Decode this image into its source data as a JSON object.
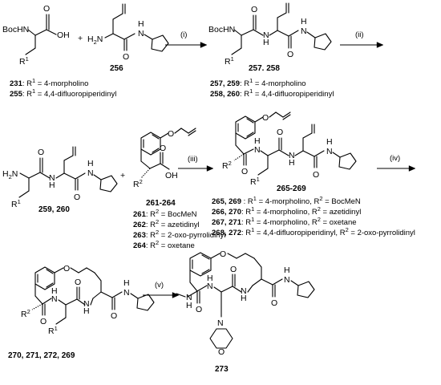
{
  "atoms": {
    "boc_nh": "BocHN",
    "h2n": "H",
    "h2n_sub": "2",
    "h2n_n": "N",
    "h": "H",
    "n": "N",
    "o": "O",
    "oh": "OH",
    "r": "R",
    "r1_sup": "1",
    "r2_sup": "2",
    "plus": "+",
    "me_n": "N"
  },
  "steps": {
    "i": "(i)",
    "ii": "(ii)",
    "iii": "(iii)",
    "iv": "(iv)",
    "v": "(v)"
  },
  "compounds": {
    "c256": "256",
    "c257_258": "257. 258",
    "c259_260": "259, 260",
    "c261_264": "261-264",
    "c265_269": "265-269",
    "c270_list": "270, 271, 272, 269",
    "c273": "273"
  },
  "captions": {
    "row1_left": [
      {
        "num": "231",
        "text": ": R",
        "sup": "1",
        "rest": " = 4-morpholino"
      },
      {
        "num": "255",
        "text": ": R",
        "sup": "1",
        "rest": " = 4,4-difluoropiperidinyl"
      }
    ],
    "row1_right": [
      {
        "num": "257, 259",
        "text": ": R",
        "sup": "1",
        "rest": " = 4-morpholino"
      },
      {
        "num": "258, 260",
        "text": ": R",
        "sup": "1",
        "rest": " = 4,4-difluoropiperidinyl"
      }
    ],
    "row2_mid": [
      {
        "num": "261",
        "text": ": R",
        "sup": "2",
        "rest": " = BocMeN"
      },
      {
        "num": "262",
        "text": ": R",
        "sup": "2",
        "rest": " = azetidinyl"
      },
      {
        "num": "263",
        "text": ": R",
        "sup": "2",
        "rest": " = 2-oxo-pyrrolidinyl"
      },
      {
        "num": "264",
        "text": ": R",
        "sup": "2",
        "rest": " = oxetane"
      }
    ],
    "row2_right": [
      {
        "num": "265, 269",
        "text": " : R",
        "sup": "1",
        "rest": " = 4-morpholino, R",
        "sup2": "2",
        "rest2": " = BocMeN"
      },
      {
        "num": "266, 270",
        "text": ": R",
        "sup": "1",
        "rest": " = 4-morpholino, R",
        "sup2": "2",
        "rest2": " = azetidinyl"
      },
      {
        "num": "267, 271",
        "text": ": R",
        "sup": "1",
        "rest": " = 4-morpholino, R",
        "sup2": "2",
        "rest2": " = oxetane"
      },
      {
        "num": "268, 272",
        "text": ": R",
        "sup": "1",
        "rest": " = 4,4-difluoropiperidinyl, R",
        "sup2": "2",
        "rest2": " = 2-oxo-pyrrolidinyl"
      }
    ]
  }
}
